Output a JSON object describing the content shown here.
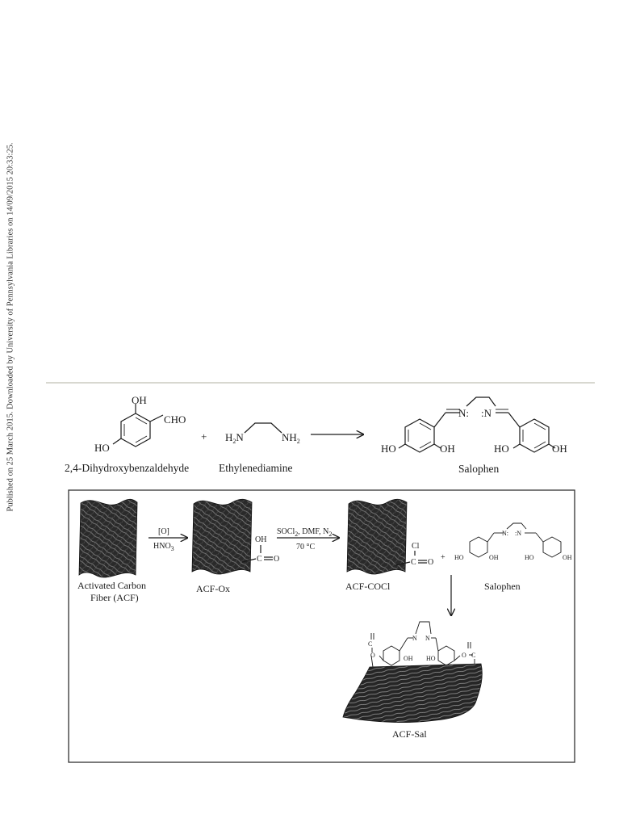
{
  "margin_note": "Published on 25 March 2015. Downloaded by University of Pennsylvania Libraries on 14/09/2015 20:33:25.",
  "top_scheme": {
    "reactant1": {
      "name": "2,4-Dihydroxybenzaldehyde",
      "oh": "OH",
      "cho": "CHO",
      "ho": "HO"
    },
    "plus": "+",
    "reactant2": {
      "name": "Ethylenediamine",
      "h2n": "H",
      "nh2": "NH"
    },
    "product": {
      "name": "Salophen",
      "n1": "N:",
      "n2": ":N",
      "ho_left": "HO",
      "oh_left": "OH",
      "ho_right": "HO",
      "oh_right": "OH"
    }
  },
  "bottom_scheme": {
    "acf": {
      "line1": "Activated Carbon",
      "line2": "Fiber (ACF)"
    },
    "step1": {
      "top": "[O]",
      "bottom": "HNO"
    },
    "acf_ox": {
      "name": "ACF-Ox",
      "oh": "OH",
      "c": "C",
      "o": "O"
    },
    "step2": {
      "top": "SOCl",
      "top_mid": ", DMF, N",
      "bottom": "70 °C"
    },
    "acf_cocl": {
      "name": "ACF-COCl",
      "cl": "Cl",
      "c": "C",
      "o": "O"
    },
    "plus": "+",
    "salophen": {
      "name": "Salophen",
      "n1": "N:",
      "n2": ":N",
      "ho_left": "HO",
      "oh_left": "OH",
      "ho_right": "HO",
      "oh_right": "OH"
    },
    "acf_sal": {
      "name": "ACF-Sal",
      "o1": "O",
      "o2": "O",
      "c1": "C",
      "c2": "C",
      "oh": "OH",
      "ho": "HO",
      "n1": "N",
      "n2": "N"
    }
  },
  "subscripts": {
    "two": "2",
    "three": "3"
  }
}
